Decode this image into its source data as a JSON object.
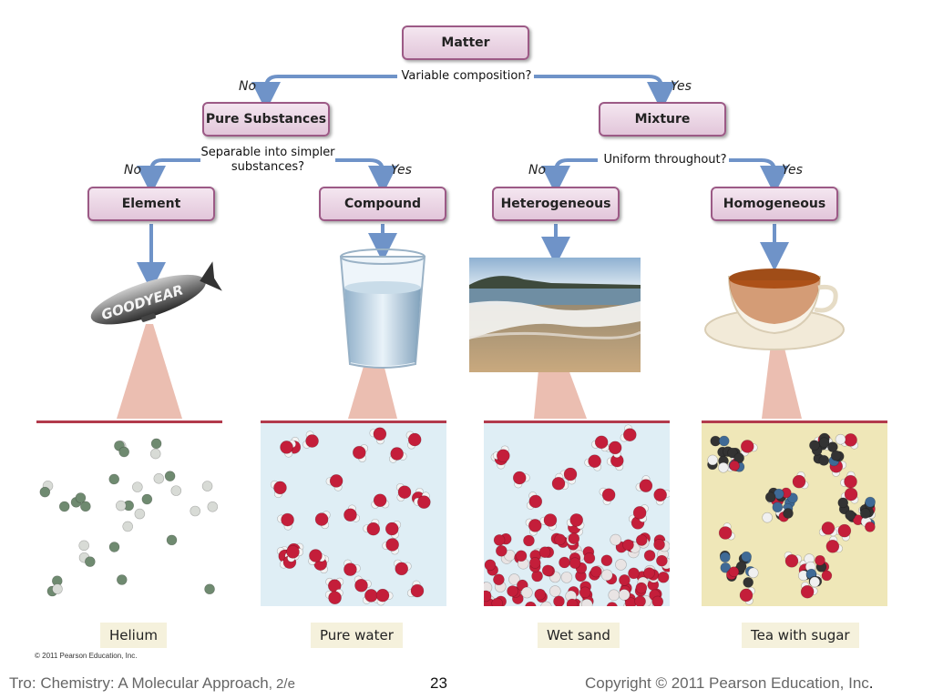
{
  "nodes": {
    "matter": "Matter",
    "pure_substances": "Pure Substances",
    "mixture": "Mixture",
    "element": "Element",
    "compound": "Compound",
    "heterogeneous": "Heterogeneous",
    "homogeneous": "Homogeneous"
  },
  "questions": {
    "variable_composition": "Variable composition?",
    "separable_line1": "Separable into simpler",
    "separable_line2": "substances?",
    "uniform": "Uniform throughout?"
  },
  "answers": {
    "no": "No",
    "yes": "Yes"
  },
  "blimp_text": "GOODYEAR",
  "captions": {
    "helium": "Helium",
    "pure_water": "Pure water",
    "wet_sand": "Wet sand",
    "tea_with_sugar": "Tea with sugar"
  },
  "pearson_credit": "© 2011 Pearson Education, Inc.",
  "footer": {
    "book_title": "Tro: Chemistry: A Molecular Approach",
    "edition": ", 2/e",
    "slide_number": "23",
    "copyright": "Copyright © 2011 Pearson Education, Inc",
    "period": "."
  },
  "colors": {
    "node_border": "#9c5a86",
    "arrow": "#6f93c8",
    "panel_border": "#b23a4c",
    "callout": "#e8b3a3"
  }
}
